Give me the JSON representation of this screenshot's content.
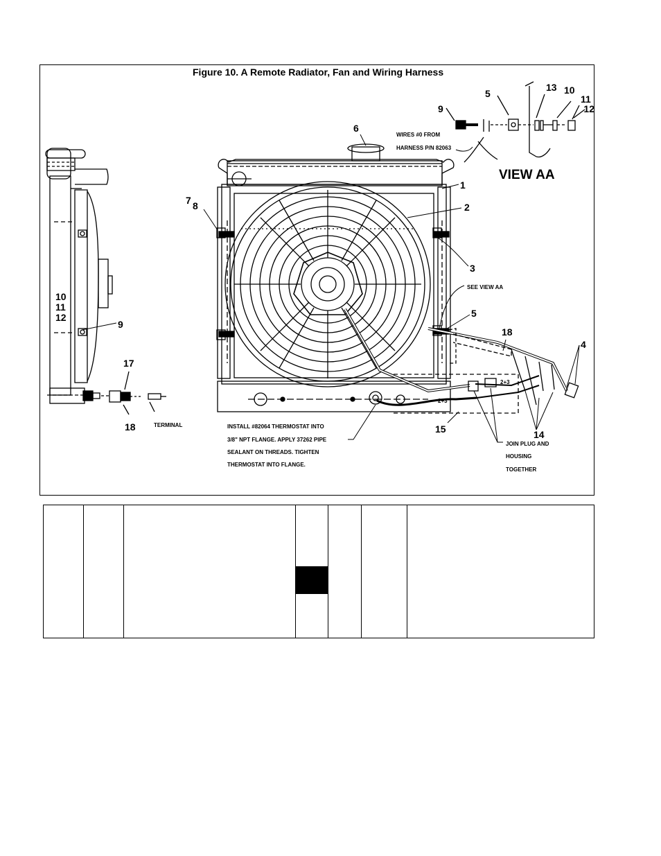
{
  "figure": {
    "title": "Figure 10. A Remote Radiator, Fan and Wiring Harness",
    "view_title": "VIEW AA",
    "callouts": [
      "1",
      "2",
      "3",
      "4",
      "5",
      "5",
      "6",
      "7",
      "8",
      "9",
      "9",
      "10",
      "10",
      "11",
      "11",
      "12",
      "12",
      "13",
      "14",
      "15",
      "17",
      "18",
      "18"
    ],
    "notes": {
      "wires_line1": "WIRES #0 FROM",
      "wires_line2": "HARNESS P/N 82063",
      "see_view": "SEE VIEW AA",
      "terminal": "TERMINAL",
      "install_line1": "INSTALL #82064 THERMOSTAT INTO",
      "install_line2": "3/8\" NPT FLANGE. APPLY 37262 PIPE",
      "install_line3": "SEALANT ON THREADS. TIGHTEN",
      "install_line4": "THERMOSTAT INTO FLANGE.",
      "join_line1": "JOIN PLUG AND",
      "join_line2": "HOUSING",
      "join_line3": "TOGETHER",
      "wire_label_a": "2+3",
      "wire_label_b": "2+3"
    }
  },
  "parts_table": {
    "columns": [
      "",
      "",
      "",
      "",
      "",
      "",
      ""
    ]
  }
}
